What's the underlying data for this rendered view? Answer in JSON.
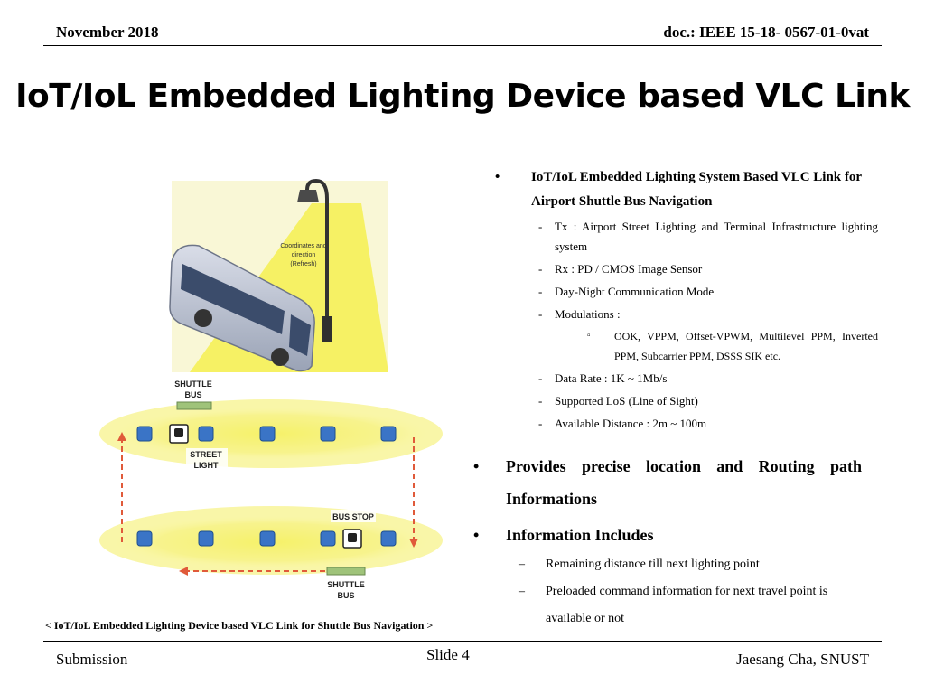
{
  "header": {
    "date": "November 2018",
    "doc": "doc.: IEEE 15-18- 0567-01-0vat"
  },
  "title": "IoT/IoL Embedded Lighting Device based VLC Link",
  "figure": {
    "coord_label": "Coordinates and direction (Refresh)",
    "shuttle_bus_top": "SHUTTLE BUS",
    "street_light": "STREET LIGHT",
    "bus_stop": "BUS STOP",
    "shuttle_bus_bottom": "SHUTTLE BUS",
    "caption": "< IoT/IoL  Embedded Lighting Device based VLC Link for Shuttle Bus Navigation >"
  },
  "bullets": {
    "main1": "IoT/IoL Embedded Lighting System Based VLC Link for Airport Shuttle Bus Navigation",
    "subs": [
      "Tx : Airport Street Lighting and Terminal Infrastructure lighting system",
      "Rx : PD / CMOS Image Sensor",
      "Day-Night Communication Mode",
      "Modulations :"
    ],
    "modulation_detail": "OOK, VPPM, Offset-VPWM, Multilevel PPM, Inverted PPM, Subcarrier PPM, DSSS SIK etc.",
    "subs2": [
      "Data Rate : 1K ~ 1Mb/s",
      "Supported LoS (Line of Sight)",
      "Available Distance : 2m ~ 100m"
    ],
    "main2": "Provides precise location and Routing path Informations",
    "main3": "Information Includes",
    "info": [
      "Remaining distance till next lighting point",
      "Preloaded command information for next travel point is available or not"
    ]
  },
  "footer": {
    "left": "Submission",
    "center": "Slide 4",
    "right": "Jaesang Cha, SNUST"
  }
}
